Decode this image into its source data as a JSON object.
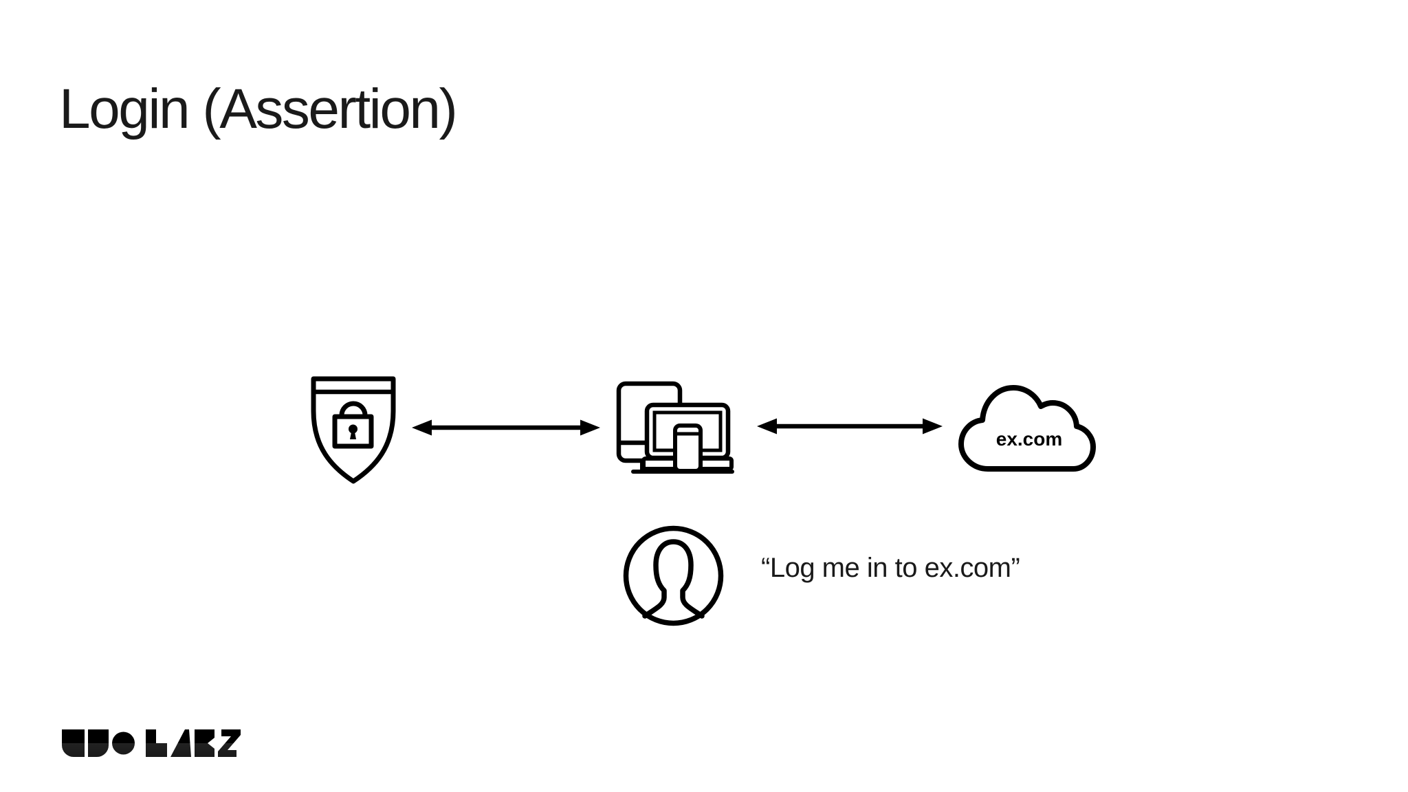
{
  "slide": {
    "title": "Login (Assertion)",
    "background_color": "#ffffff",
    "text_color": "#1a1a1a",
    "icon_color": "#000000"
  },
  "diagram": {
    "nodes": {
      "authenticator": {
        "icon": "shield-lock-icon",
        "label": ""
      },
      "client": {
        "icon": "devices-icon",
        "label": ""
      },
      "relying_party": {
        "icon": "cloud-icon",
        "label": "ex.com"
      }
    },
    "connections": [
      {
        "from": "authenticator",
        "to": "client",
        "type": "bidirectional-arrow"
      },
      {
        "from": "client",
        "to": "relying_party",
        "type": "bidirectional-arrow"
      }
    ],
    "user": {
      "icon": "person-icon",
      "quote": "“Log me in to ex.com”"
    }
  },
  "footer": {
    "logo_text": "DUO LABS"
  }
}
